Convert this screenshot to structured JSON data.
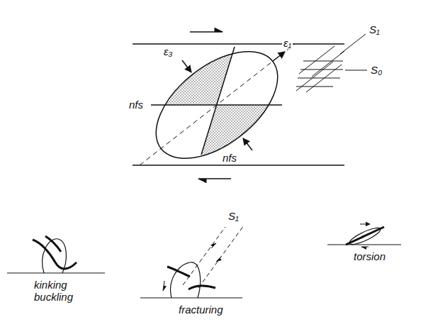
{
  "diagram": {
    "labels": [
      "S₁",
      "ε₃",
      "ε₁",
      "S₀",
      "nfs",
      "nfs",
      "kinking buckling",
      "S₁",
      "fracturing",
      "torsion"
    ]
  }
}
